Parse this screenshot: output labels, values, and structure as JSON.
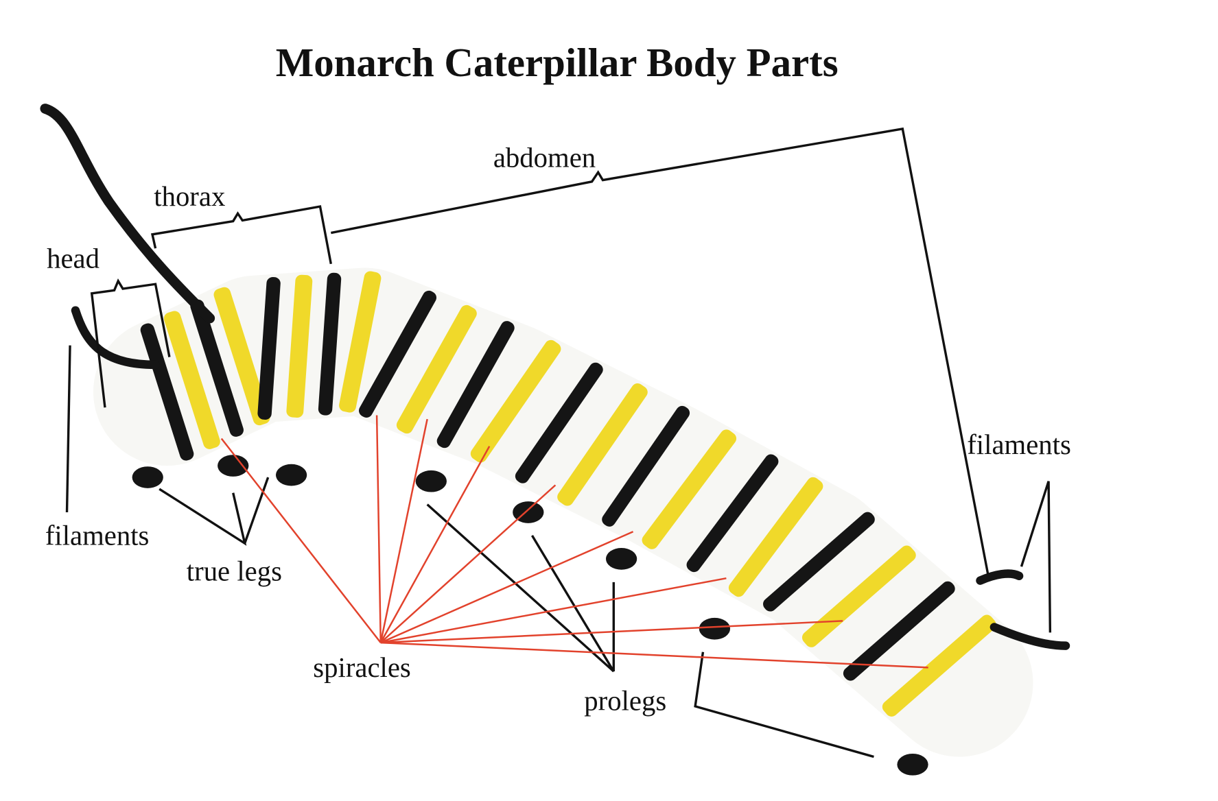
{
  "title": "Monarch Caterpillar Body Parts",
  "labels": {
    "head": "head",
    "thorax": "thorax",
    "abdomen": "abdomen",
    "filaments_front": "filaments",
    "filaments_rear": "filaments",
    "true_legs": "true legs",
    "spiracles": "spiracles",
    "prolegs": "prolegs"
  },
  "colors": {
    "stripe_black": "#151515",
    "stripe_white": "#f7f7f4",
    "stripe_yellow": "#f0d92a",
    "pointer_red": "#e2422c"
  }
}
